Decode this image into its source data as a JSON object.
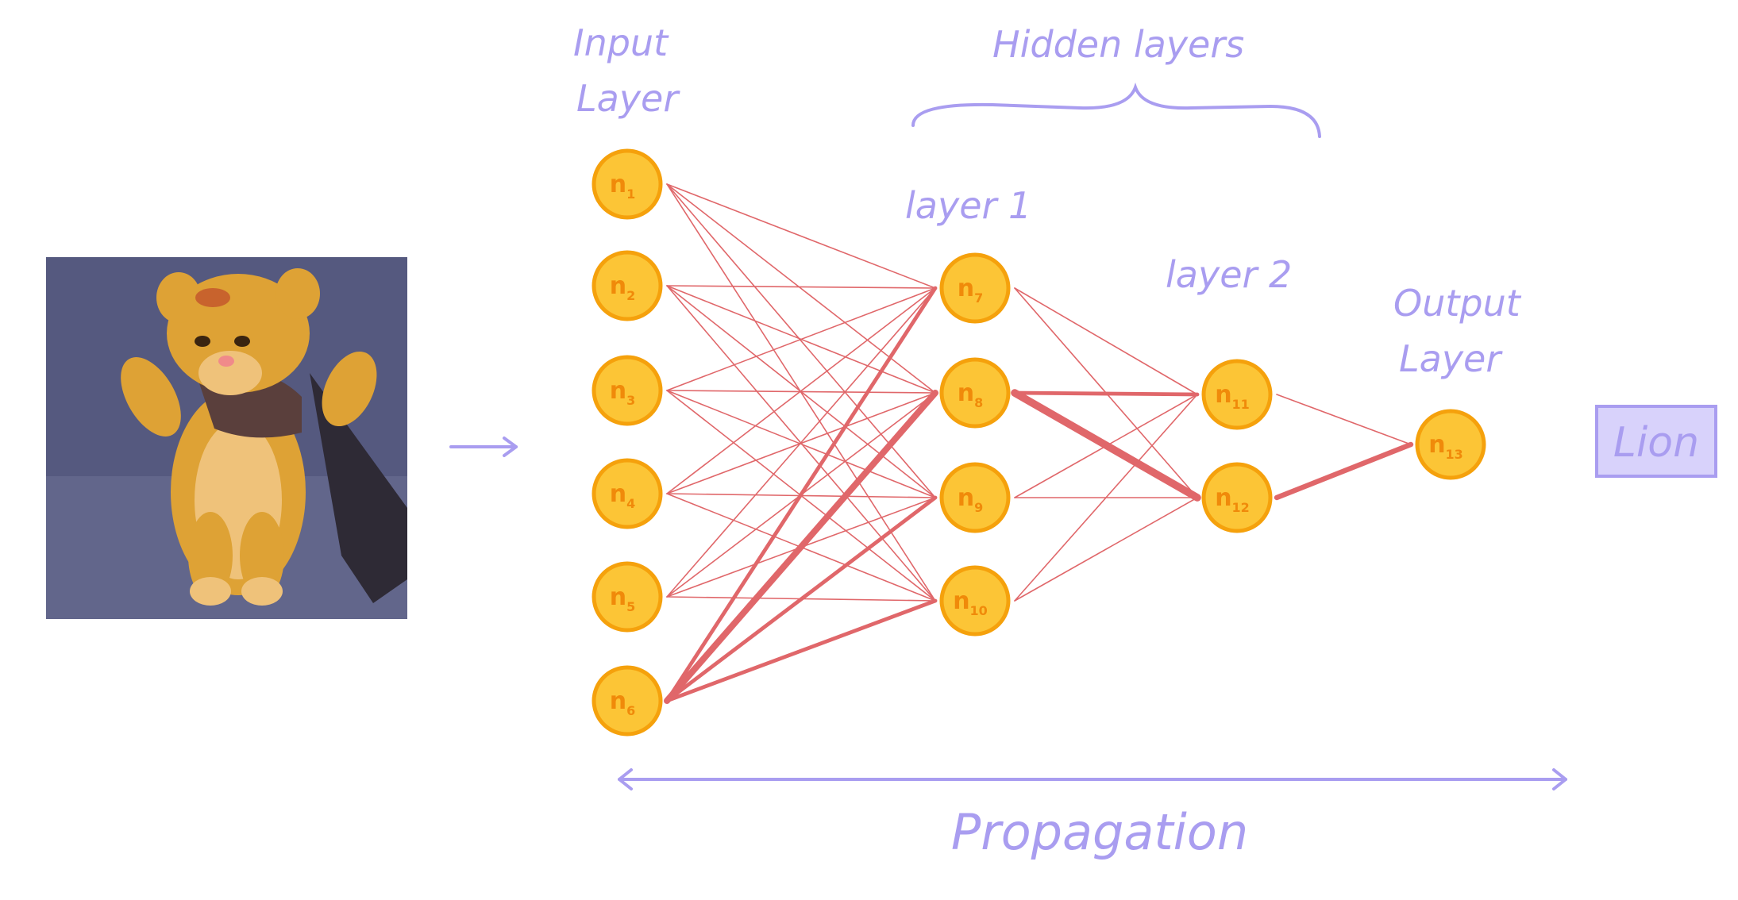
{
  "colors": {
    "accent": "#a99df0",
    "node_fill": "#fcc536",
    "node_stroke": "#f5a10c",
    "node_text": "#f08a0a",
    "edge": "#e0676a",
    "lion_box_fill": "#d8d2fb",
    "lion_box_stroke": "#a99df0"
  },
  "labels": {
    "input_layer": [
      "Input",
      "Layer"
    ],
    "hidden_layers": "Hidden layers",
    "layer1": "layer 1",
    "layer2": "layer 2",
    "output_layer": [
      "Output",
      "Layer"
    ],
    "propagation": "Propagation"
  },
  "output_label": "Lion",
  "image": {
    "description_icon": "lion-cub-picture"
  },
  "layers": [
    {
      "nodes": [
        {
          "base": "n",
          "sub": "1"
        },
        {
          "base": "n",
          "sub": "2"
        },
        {
          "base": "n",
          "sub": "3"
        },
        {
          "base": "n",
          "sub": "4"
        },
        {
          "base": "n",
          "sub": "5"
        },
        {
          "base": "n",
          "sub": "6"
        }
      ]
    },
    {
      "nodes": [
        {
          "base": "n",
          "sub": "7"
        },
        {
          "base": "n",
          "sub": "8"
        },
        {
          "base": "n",
          "sub": "9"
        },
        {
          "base": "n",
          "sub": "10"
        }
      ]
    },
    {
      "nodes": [
        {
          "base": "n",
          "sub": "11"
        },
        {
          "base": "n",
          "sub": "12"
        }
      ]
    },
    {
      "nodes": [
        {
          "base": "n",
          "sub": "13"
        }
      ]
    }
  ],
  "connections": {
    "thin_weight": 1,
    "thick": [
      {
        "from": "n6",
        "to": "n7",
        "weight": 3
      },
      {
        "from": "n6",
        "to": "n8",
        "weight": 5
      },
      {
        "from": "n6",
        "to": "n9",
        "weight": 3
      },
      {
        "from": "n6",
        "to": "n10",
        "weight": 3
      },
      {
        "from": "n8",
        "to": "n11",
        "weight": 3
      },
      {
        "from": "n8",
        "to": "n12",
        "weight": 6
      },
      {
        "from": "n12",
        "to": "n13",
        "weight": 4
      }
    ]
  }
}
